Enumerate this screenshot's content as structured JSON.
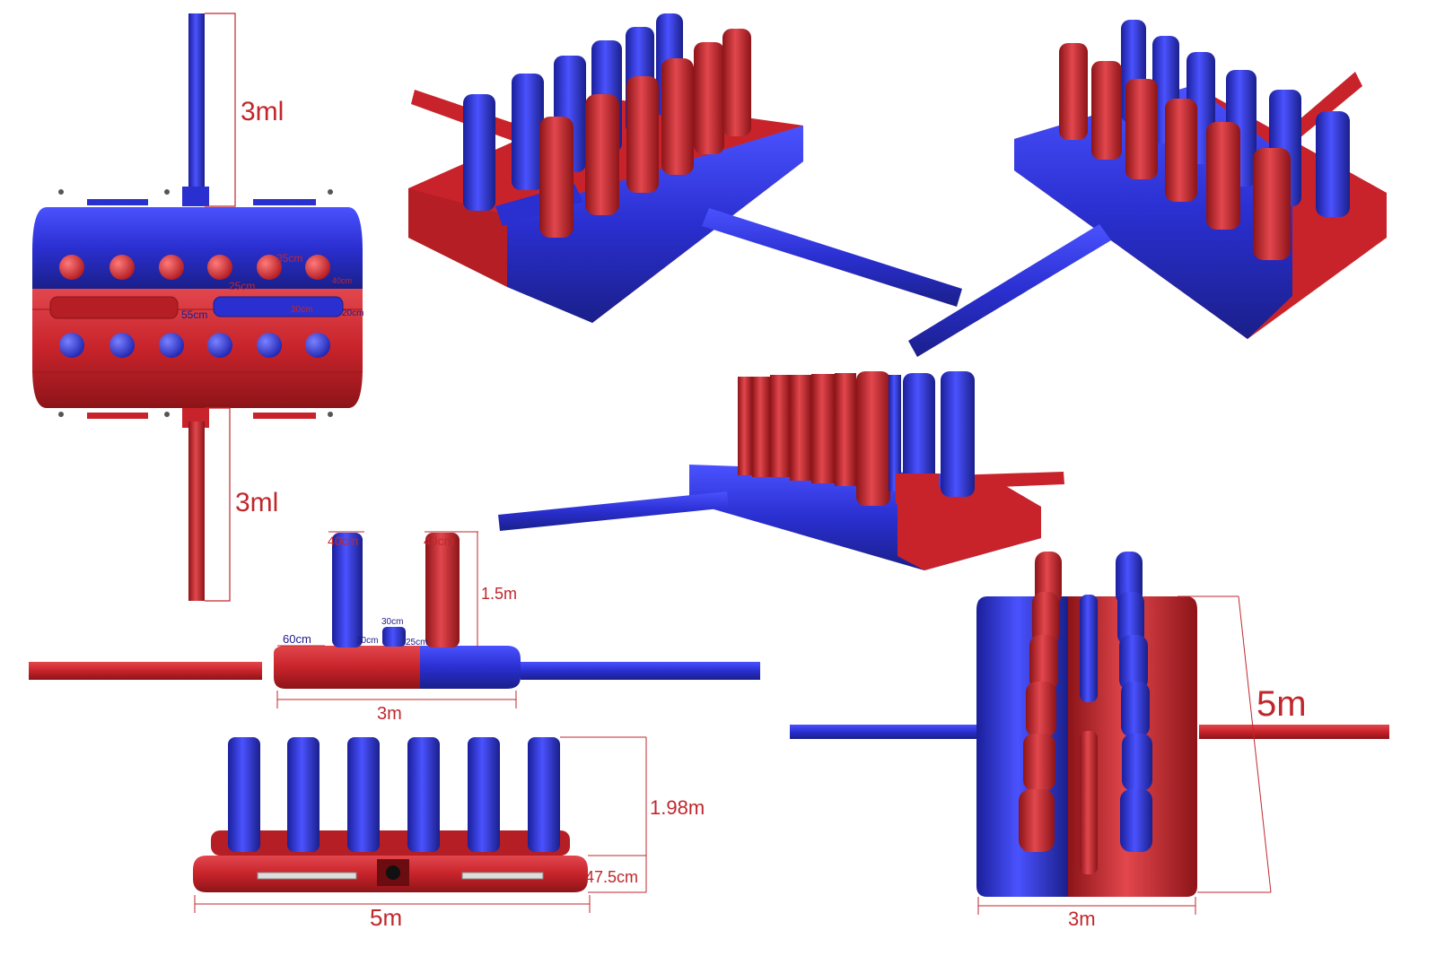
{
  "colors": {
    "red": "#c8232b",
    "blue": "#2a2fd0",
    "dim": "#c0272d",
    "dimBlue": "#1c1c8a"
  },
  "top_view": {
    "pole_top_label": "3ml",
    "pole_bottom_label": "3ml",
    "dim_35": "35cm",
    "dim_40": "40cm",
    "dim_25": "25cm",
    "dim_55": "55cm",
    "dim_30": "30cm",
    "dim_20": "20cm"
  },
  "side_view": {
    "pillar_blue_dia": "40cm",
    "pillar_red_dia": "40cm",
    "pillar_height": "1.5m",
    "block_top": "30cm",
    "block_side": "30cm",
    "block_right": "25cm",
    "base_width": "60cm",
    "base_length": "3m"
  },
  "front_view": {
    "total_height": "1.98m",
    "base_height": "47.5cm",
    "length": "5m"
  },
  "plan_view": {
    "length": "5m",
    "width": "3m"
  }
}
